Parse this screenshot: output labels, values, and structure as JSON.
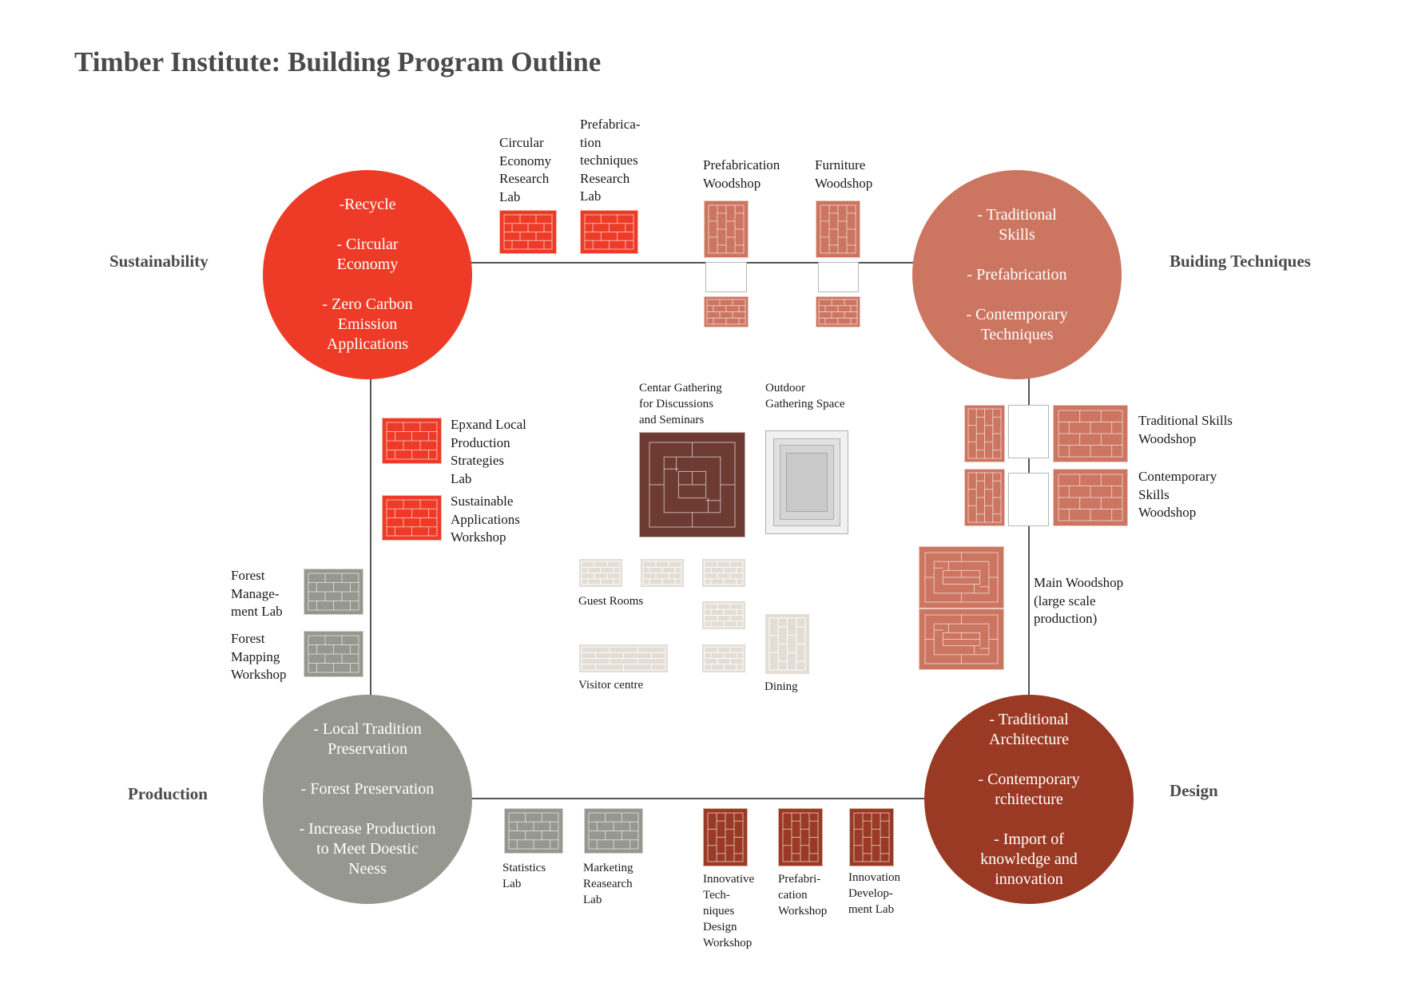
{
  "title": "Timber Institute: Building Program Outline",
  "colors": {
    "sustainability": "#ee3b27",
    "techniques": "#cc7561",
    "production": "#96978f",
    "design": "#9b3a24",
    "gathering": "#6e3b33",
    "hospitality": "#e3ddd5",
    "outdoor": "#c9c9c9",
    "connector": "#555555"
  },
  "categories": {
    "sustainability": "Sustainability",
    "techniques": "Buiding Techniques",
    "production": "Production",
    "design": "Design"
  },
  "hubs": {
    "sustainability": "-Recycle\n\n- Circular\nEconomy\n\n- Zero Carbon\nEmission\nApplications",
    "techniques": "- Traditional\nSkills\n\n- Prefabrication\n\n- Contemporary\nTechniques",
    "production": "- Local Tradition\nPreservation\n\n- Forest Preservation\n\n- Increase Production\nto Meet Doestic\nNeess",
    "design": "- Traditional\nArchitecture\n\n- Contemporary\nrchitecture\n\n- Import of\nknowledge and\ninnovation"
  },
  "spaces": {
    "circular_economy_lab": "Circular\nEconomy\nResearch\nLab",
    "prefab_research_lab": "Prefabrica-\ntion\ntechniques\nResearch\nLab",
    "prefab_woodshop": "Prefabrication\nWoodshop",
    "furniture_woodshop": "Furniture\nWoodshop",
    "local_production_lab": "Epxand Local\nProduction\nStrategies\nLab",
    "sustainable_workshop": "Sustainable\nApplications\nWorkshop",
    "forest_management_lab": "Forest\nManage-\nment Lab",
    "forest_mapping_workshop": "Forest\nMapping\nWorkshop",
    "center_gathering": "Centar Gathering\nfor Discussions\nand Seminars",
    "outdoor_gathering": "Outdoor\nGathering Space",
    "guest_rooms": "Guest Rooms",
    "visitor_centre": "Visitor centre",
    "dining": "Dining",
    "traditional_skills_woodshop": "Traditional Skills\nWoodshop",
    "contemporary_skills_woodshop": "Contemporary\nSkills\nWoodshop",
    "main_woodshop": "Main Woodshop\n(large scale\nproduction)",
    "statistics_lab": "Statistics\nLab",
    "marketing_lab": "Marketing\nReasearch\nLab",
    "innovative_techniques_workshop": "Innovative\nTech-\nniques\nDesign\nWorkshop",
    "prefabrication_workshop": "Prefabri-\ncation\nWorkshop",
    "innovation_lab": "Innovation\nDevelop-\nment Lab"
  }
}
